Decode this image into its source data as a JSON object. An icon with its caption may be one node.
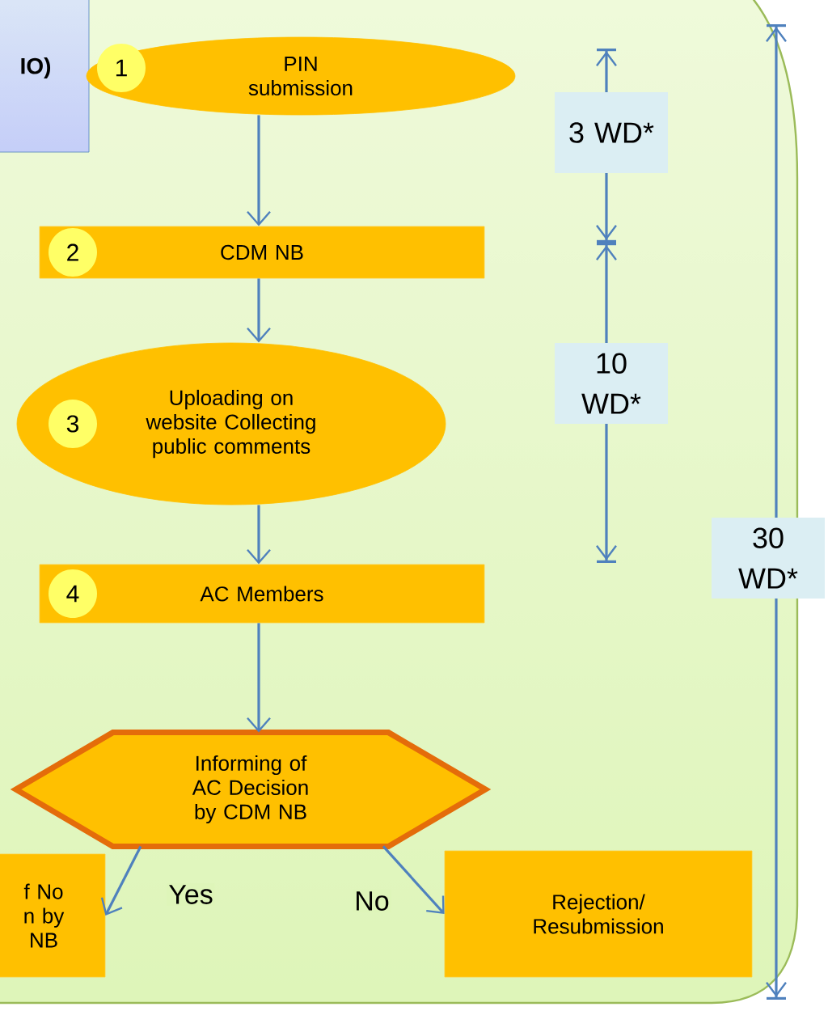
{
  "diagram": {
    "nodes": [
      {
        "text": [
          "IO)"
        ]
      },
      {
        "text": [
          "1",
          "PIN submission"
        ]
      },
      {
        "text": [
          "2",
          "CDM NB"
        ]
      },
      {
        "text": [
          "3",
          "Uploading on website Collecting public comments"
        ]
      },
      {
        "text": [
          "4",
          "AC Members"
        ]
      },
      {
        "text": [
          "Informing of AC Decision by CDM NB"
        ]
      },
      {
        "text": [
          "f No n by NB"
        ]
      },
      {
        "text": [
          "Rejection/ Resubmission"
        ]
      }
    ],
    "edges": [
      {
        "from": 1,
        "to": 2,
        "arrow": "to"
      },
      {
        "from": 2,
        "to": 3,
        "arrow": "to"
      },
      {
        "from": 3,
        "to": 4,
        "arrow": "to"
      },
      {
        "from": 4,
        "to": 5,
        "arrow": "to"
      },
      {
        "from": 5,
        "to": 6,
        "arrow": "to",
        "label": "Yes"
      },
      {
        "from": 5,
        "to": 7,
        "arrow": "to",
        "label": "No"
      }
    ],
    "labels": [
      "3 WD*",
      "10 WD*",
      "30 WD*"
    ]
  }
}
